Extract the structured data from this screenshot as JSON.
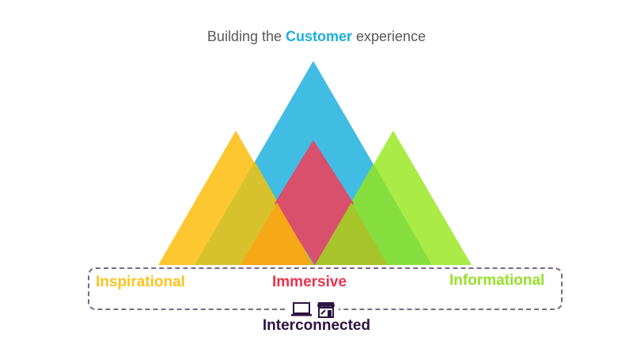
{
  "title": {
    "prefix": "Building the ",
    "accent": "Customer",
    "suffix": " experience",
    "accent_color": "#1ab0dc"
  },
  "pillars": [
    {
      "name": "Inspirational",
      "color": "#fdc31d"
    },
    {
      "name": "Immersive",
      "color": "#e9334d"
    },
    {
      "name": "Informational",
      "color": "#97e027"
    }
  ],
  "foundation": {
    "label": "Interconnected",
    "icons": [
      "laptop-icon",
      "storefront-icon"
    ],
    "color": "#2d1441",
    "border_color": "#7a6a85"
  },
  "shapes": {
    "blue": "#41bce3",
    "yellow": "#fdc731",
    "green": "#aaeb45",
    "red": "#d9506c",
    "yellow_blue_overlap": "#d7c22e",
    "green_blue_overlap": "#85de3e",
    "orange_overlap": "#f6a817",
    "olive_overlap": "#a8c42b"
  }
}
